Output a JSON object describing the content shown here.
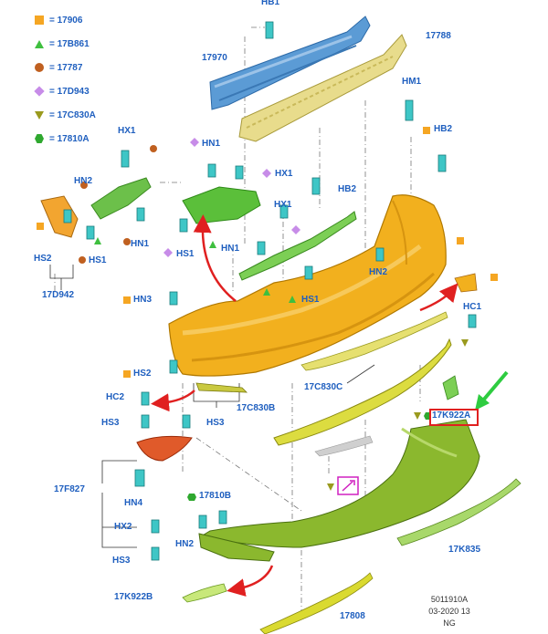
{
  "legend": [
    {
      "shape": "square",
      "color": "#f5a623",
      "label": "= 17906"
    },
    {
      "shape": "triangle",
      "color": "#3fbf3f",
      "label": "= 17B861"
    },
    {
      "shape": "circle",
      "color": "#c06020",
      "label": "= 17787"
    },
    {
      "shape": "diamond",
      "color": "#c78ce8",
      "label": "= 17D943"
    },
    {
      "shape": "down-triangle",
      "color": "#9a9a1e",
      "label": "= 17C830A"
    },
    {
      "shape": "hexagon",
      "color": "#2fa82f",
      "label": "= 17810A"
    }
  ],
  "labels": {
    "hb1": "HB1",
    "l17970": "17970",
    "l17788": "17788",
    "hm1": "HM1",
    "hb2": "HB2",
    "hb2b": "HB2",
    "hx1a": "HX1",
    "hn1a": "HN1",
    "hx1b": "HX1",
    "hn2a": "HN2",
    "hx1c": "HX1",
    "hn1b": "HN1",
    "hs2a": "HS2",
    "hs1a": "HS1",
    "l17d942": "17D942",
    "hs1b": "HS1",
    "hn1c": "HN1",
    "hs1c": "HS1",
    "hn2b": "HN2",
    "hn3": "HN3",
    "hc1": "HC1",
    "hs2b": "HS2",
    "hc2": "HC2",
    "l17c830b": "17C830B",
    "l17c830c": "17C830C",
    "l17k922a": "17K922A",
    "hs3a": "HS3",
    "hs3b": "HS3",
    "l17f827": "17F827",
    "hn4": "HN4",
    "hx2": "HX2",
    "hs3c": "HS3",
    "l17810b": "17810B",
    "hn2c": "HN2",
    "l17k835": "17K835",
    "l17k922b": "17K922B",
    "l17808": "17808"
  },
  "footer": {
    "line1": "5011910A",
    "line2": "03-2020 13",
    "line3": "NG"
  },
  "colors": {
    "label": "#1f5fbf",
    "bumper": "#f2b01e",
    "beam": "#5b9bd5",
    "absorber": "#e8dc8c",
    "green": "#6cc04a",
    "trim": "#d6d63a",
    "arrow": "#e02020",
    "pointer": "#2ecc40",
    "highlight": "#e02020",
    "clip": "#3ec6c6"
  }
}
